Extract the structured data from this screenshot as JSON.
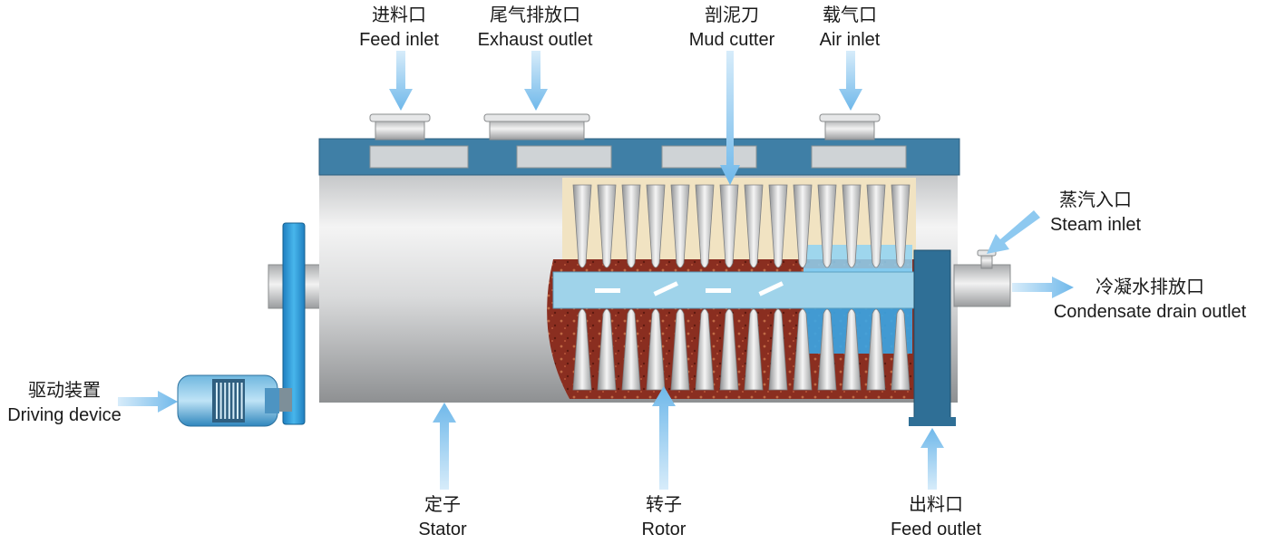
{
  "labels": {
    "feed_inlet": {
      "zh": "进料口",
      "en": "Feed inlet"
    },
    "exhaust_outlet": {
      "zh": "尾气排放口",
      "en": "Exhaust outlet"
    },
    "mud_cutter": {
      "zh": "剖泥刀",
      "en": "Mud cutter"
    },
    "air_inlet": {
      "zh": "载气口",
      "en": "Air inlet"
    },
    "steam_inlet": {
      "zh": "蒸汽入口",
      "en": "Steam inlet"
    },
    "condensate_drain": {
      "zh": "冷凝水排放口",
      "en": "Condensate drain outlet"
    },
    "driving_device": {
      "zh": "驱动装置",
      "en": "Driving device"
    },
    "stator": {
      "zh": "定子",
      "en": "Stator"
    },
    "rotor": {
      "zh": "转子",
      "en": "Rotor"
    },
    "feed_outlet": {
      "zh": "出料口",
      "en": "Feed outlet"
    }
  },
  "colors": {
    "casing_blue": "#3f7fa6",
    "arrow_blue": "#8ec9f0",
    "sludge": "#8a2e20",
    "water": "#3aa6e6",
    "steel": "#c9cbcd"
  }
}
